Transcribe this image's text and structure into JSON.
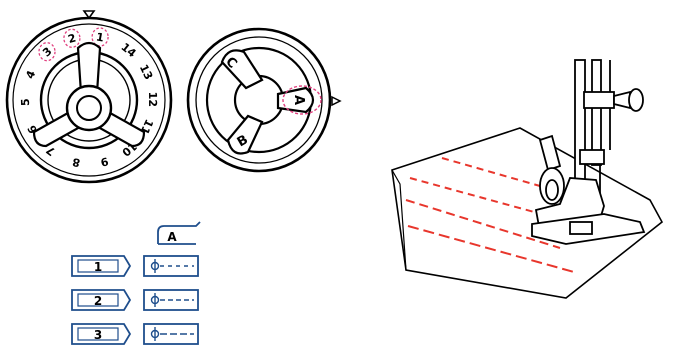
{
  "pattern_dial": {
    "numbers": [
      "1",
      "2",
      "3",
      "4",
      "5",
      "6",
      "7",
      "8",
      "9",
      "10",
      "11",
      "12",
      "13",
      "14"
    ],
    "highlighted": [
      "1",
      "2",
      "3"
    ]
  },
  "length_dial": {
    "labels": [
      "A",
      "B",
      "C"
    ],
    "highlighted": "A"
  },
  "legend": {
    "header_symbol": "A",
    "rows": [
      {
        "number": "1"
      },
      {
        "number": "2"
      },
      {
        "number": "3"
      }
    ]
  },
  "colors": {
    "line": "#000000",
    "highlight": "#e0407f",
    "stitch": "#e8362c",
    "legend_border": "#1f4e8c"
  }
}
